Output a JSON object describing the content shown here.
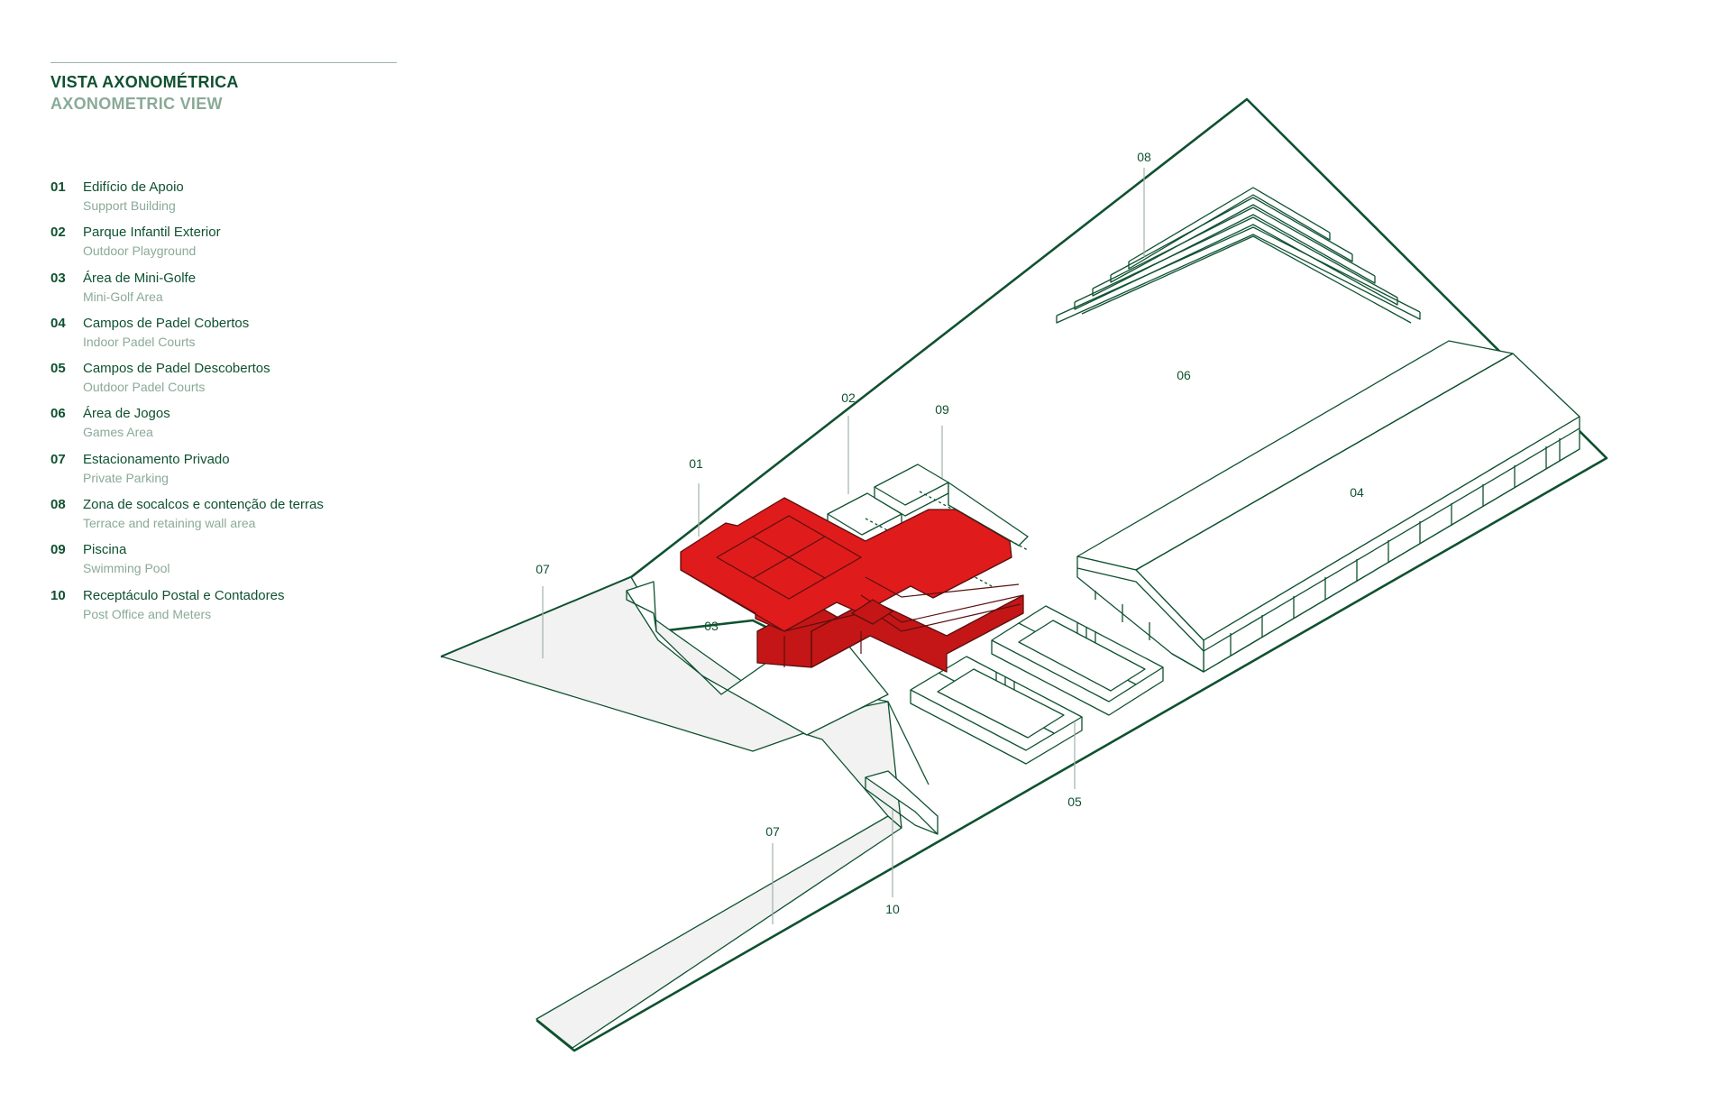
{
  "header": {
    "title": "VISTA AXONOMÉTRICA",
    "subtitle": "AXONOMETRIC VIEW"
  },
  "legend": [
    {
      "num": "01",
      "pt": "Edifício de Apoio",
      "en": "Support Building"
    },
    {
      "num": "02",
      "pt": "Parque Infantil Exterior",
      "en": "Outdoor Playground"
    },
    {
      "num": "03",
      "pt": "Área de Mini-Golfe",
      "en": "Mini-Golf Area"
    },
    {
      "num": "04",
      "pt": "Campos de Padel Cobertos",
      "en": "Indoor Padel Courts"
    },
    {
      "num": "05",
      "pt": "Campos de Padel Descobertos",
      "en": "Outdoor Padel Courts"
    },
    {
      "num": "06",
      "pt": "Área de Jogos",
      "en": "Games Area"
    },
    {
      "num": "07",
      "pt": "Estacionamento Privado",
      "en": "Private Parking"
    },
    {
      "num": "08",
      "pt": "Zona de socalcos e contenção de terras",
      "en": "Terrace and retaining wall area"
    },
    {
      "num": "09",
      "pt": "Piscina",
      "en": "Swimming Pool"
    },
    {
      "num": "10",
      "pt": "Receptáculo Postal e Contadores",
      "en": "Post Office and Meters"
    }
  ],
  "callouts": {
    "c01": "01",
    "c02": "02",
    "c03": "03",
    "c04": "04",
    "c05": "05",
    "c06": "06",
    "c07a": "07",
    "c07b": "07",
    "c08": "08",
    "c09": "09",
    "c10": "10"
  },
  "colors": {
    "brand_green": "#0f5130",
    "muted_green": "#8aaa98",
    "highlight_red": "#e01b1b",
    "ground_grey": "#f2f2f2"
  }
}
